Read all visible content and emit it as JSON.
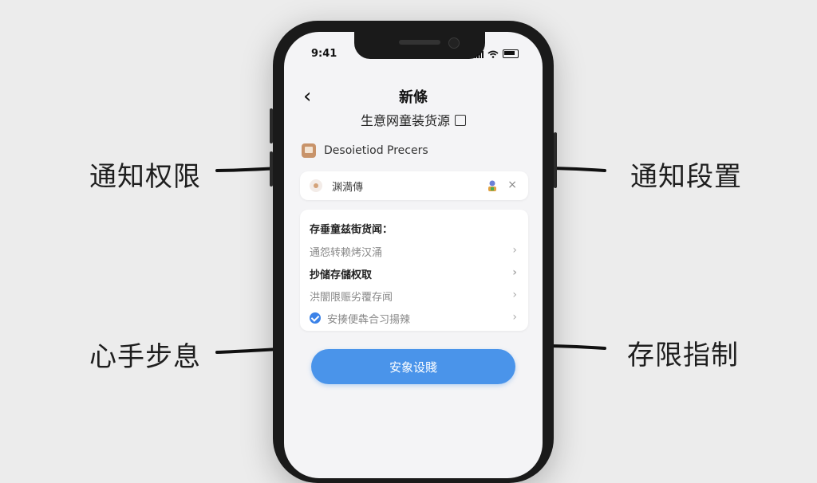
{
  "annotations": {
    "top_left": "通知权限",
    "top_right": "通知段置",
    "bottom_left": "心手步息",
    "bottom_right": "存限指制"
  },
  "status_bar": {
    "time": "9:41"
  },
  "header": {
    "back_icon": "back-chevron-icon",
    "title": "新條",
    "subtitle": "生意网童装货源"
  },
  "permission_row": {
    "label": "Desoietiod Precers"
  },
  "notification_card": {
    "label": "渊満傳",
    "close": "×"
  },
  "list_card": {
    "header": "存垂童兹街货闻：",
    "items": [
      {
        "label": "通怨转赖烤汉涌",
        "style": "muted",
        "icon": ""
      },
      {
        "label": "抄储存儲权取",
        "style": "bold",
        "icon": ""
      },
      {
        "label": "洪闇限赈劣覆存闻",
        "style": "muted",
        "icon": ""
      },
      {
        "label": "安揍便犇合习揚辣",
        "style": "muted",
        "icon": "check-icon"
      }
    ]
  },
  "primary_button": {
    "label": "安象设賤"
  },
  "colors": {
    "accent": "#4a94ea",
    "check": "#3b82e8"
  }
}
